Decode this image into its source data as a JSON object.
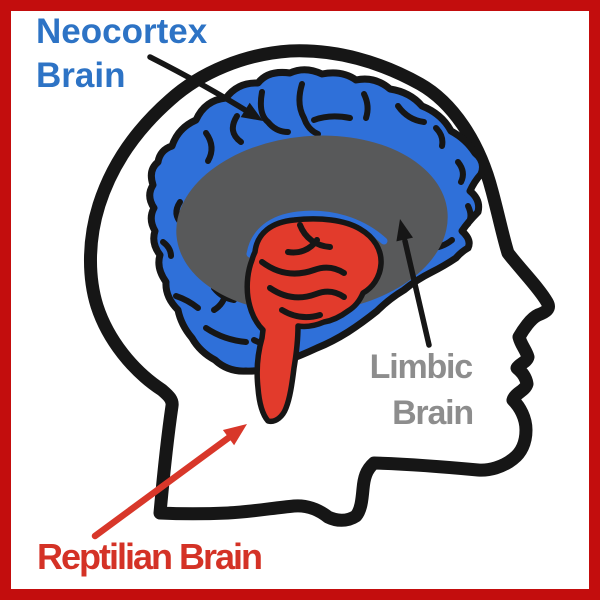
{
  "colors": {
    "background": "#ffffff",
    "frame": "#c30d0d",
    "ink": "#161616",
    "neocortex_fill": "#2f70d9",
    "neocortex_label": "#2d73c5",
    "limbic_fill": "#58595a",
    "limbic_label": "#8d8d8d",
    "reptilian_fill": "#e23b2c",
    "reptilian_arrow": "#d8372a",
    "reptilian_label": "#d43226"
  },
  "labels": {
    "neocortex": {
      "line1": "Neocortex",
      "line2": "Brain"
    },
    "limbic": {
      "line1": "Limbic",
      "line2": "Brain"
    },
    "reptilian": {
      "text": "Reptilian Brain"
    }
  }
}
